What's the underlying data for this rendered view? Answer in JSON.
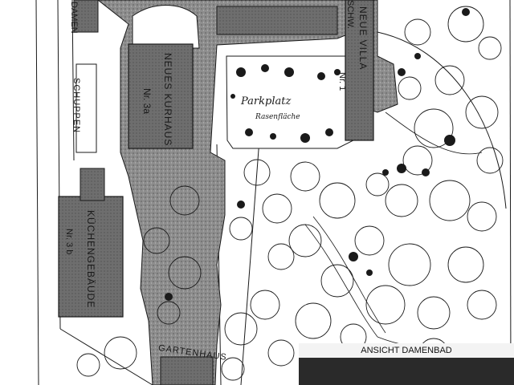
{
  "labels": {
    "damen": "DAMEN",
    "schuppen": "SCHUPPEN",
    "kurhaus": "NEUES KURHAUS",
    "kurhaus_nr": "Nr. 3a",
    "villa": "NEUE VILLA",
    "villa_nr": "Nr. 1",
    "schw": "SCHW.",
    "kueche": "KÜCHENGEBÄUDE",
    "kueche_nr": "Nr. 3 b",
    "garten": "GARTENHAUS",
    "park1": "Parkplatz",
    "park2": "Rasenfläche"
  },
  "photo": {
    "title": "ANSICHT DAMENBAD"
  },
  "colors": {
    "building": "#6e6e6e",
    "path": "#8d8d8d",
    "line": "#1a1a1a",
    "paper": "#ffffff"
  },
  "icons": {
    "tree": "tree-canopy-icon"
  }
}
